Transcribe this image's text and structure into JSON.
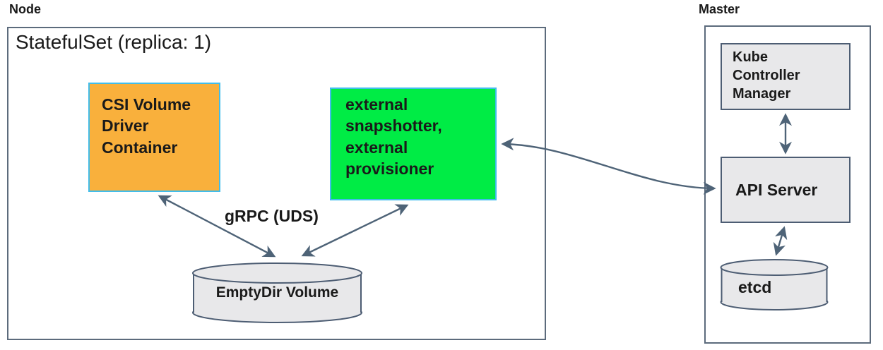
{
  "node_section": {
    "label": "Node",
    "statefulset_title": "StatefulSet (replica: 1)",
    "csi_box": {
      "label": "CSI Volume\nDriver\nContainer",
      "fill": "#f9b03c",
      "border": "#41bdeb"
    },
    "external_box": {
      "label": "external\nsnapshotter,\nexternal\nprovisioner",
      "fill": "#00ec45",
      "border": "#41bdeb"
    },
    "grpc_label": "gRPC (UDS)",
    "emptydir": {
      "label": "EmptyDir Volume",
      "fill": "#e8e8ea"
    }
  },
  "master_section": {
    "label": "Master",
    "kcm_box": {
      "label": "Kube\nController\nManager"
    },
    "api_box": {
      "label": "API Server"
    },
    "etcd": {
      "label": "etcd"
    }
  },
  "connections": [
    {
      "from": "csi-volume-driver-container",
      "to": "emptydir-volume",
      "style": "double-arrow",
      "label": "gRPC (UDS)"
    },
    {
      "from": "external-snapshotter-provisioner",
      "to": "emptydir-volume",
      "style": "double-arrow",
      "label": "gRPC (UDS)"
    },
    {
      "from": "external-snapshotter-provisioner",
      "to": "api-server",
      "style": "double-arrow-curved",
      "label": ""
    },
    {
      "from": "kube-controller-manager",
      "to": "api-server",
      "style": "double-arrow",
      "label": ""
    },
    {
      "from": "api-server",
      "to": "etcd",
      "style": "double-arrow",
      "label": ""
    }
  ],
  "colors": {
    "arrow": "#4e6377",
    "gray_fill": "#e8e8ea",
    "dark_border": "#4d5d73",
    "outer_border": "#5c6b7c",
    "text": "#1a1a1a"
  }
}
